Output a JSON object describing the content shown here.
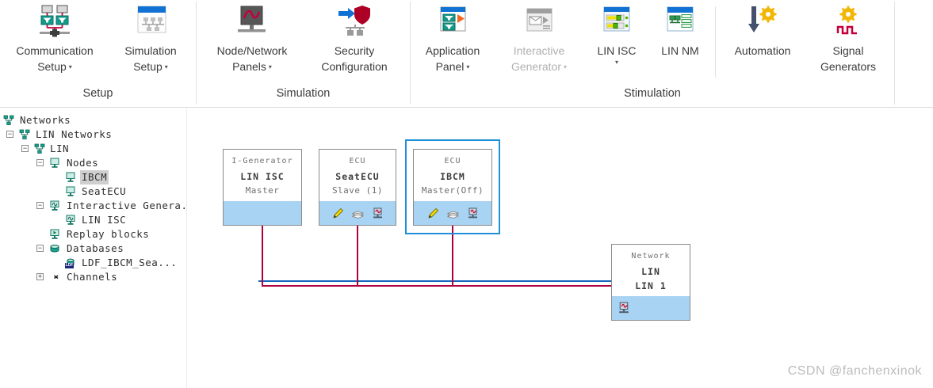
{
  "ribbon": {
    "groups": [
      {
        "label": "Setup",
        "items": [
          {
            "label1": "Communication",
            "label2": "Setup"
          },
          {
            "label1": "Simulation",
            "label2": "Setup"
          }
        ]
      },
      {
        "label": "Simulation",
        "items": [
          {
            "label1": "Node/Network",
            "label2": "Panels"
          },
          {
            "label1": "Security",
            "label2": "Configuration"
          }
        ]
      },
      {
        "label": "Stimulation",
        "items": [
          {
            "label1": "Application",
            "label2": "Panel"
          },
          {
            "label1": "Interactive",
            "label2": "Generator"
          },
          {
            "label1": "LIN ISC"
          },
          {
            "label1": "LIN NM"
          },
          {
            "label1": "Automation"
          },
          {
            "label1": "Signal",
            "label2": "Generators"
          }
        ]
      }
    ],
    "icons": {
      "caret": "▾"
    }
  },
  "tree": {
    "expander_minus": "−",
    "expander_plus": "+",
    "ldf_badge": "LDF",
    "items": [
      {
        "label": "Networks"
      },
      {
        "label": "LIN Networks"
      },
      {
        "label": "LIN"
      },
      {
        "label": "Nodes"
      },
      {
        "label": "IBCM",
        "selected": true
      },
      {
        "label": "SeatECU"
      },
      {
        "label": "Interactive Genera."
      },
      {
        "label": "LIN ISC"
      },
      {
        "label": "Replay blocks"
      },
      {
        "label": "Databases"
      },
      {
        "label": "LDF_IBCM_Sea..."
      },
      {
        "label": "Channels"
      }
    ]
  },
  "canvas": {
    "nodes": [
      {
        "type": "I-Generator",
        "name": "LIN ISC",
        "mode": "Master"
      },
      {
        "type": "ECU",
        "name": "SeatECU",
        "mode": "Slave (1)"
      },
      {
        "type": "ECU",
        "name": "IBCM",
        "mode": "Master(Off)",
        "selected": true
      }
    ],
    "network": {
      "type": "Network",
      "name": "LIN",
      "channel": "LIN 1"
    },
    "colors": {
      "bus_red": "#b00040",
      "bus_blue": "#1565c0",
      "node_strip": "#a9d3f3",
      "selection": "#1e8fd9"
    }
  },
  "watermark": "CSDN @fanchenxinok"
}
